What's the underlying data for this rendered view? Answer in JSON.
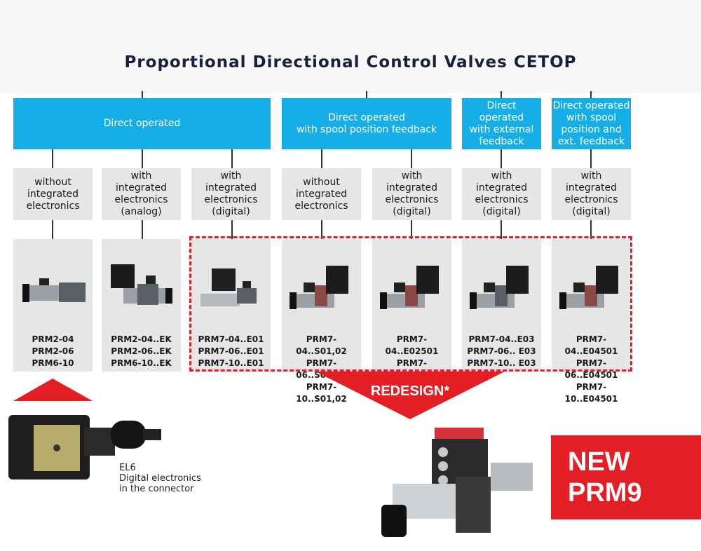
{
  "title": "Proportional Directional Control Valves CETOP",
  "categories": [
    {
      "label": "Direct operated"
    },
    {
      "label": "Direct operated\nwith spool position feedback"
    },
    {
      "label": "Direct\noperated\nwith external\nfeedback"
    },
    {
      "label": "Direct operated\nwith spool\nposition and\next. feedback"
    }
  ],
  "electronics": [
    {
      "label": "without\nintegrated\nelectronics"
    },
    {
      "label": "with\nintegrated\nelectronics\n(analog)"
    },
    {
      "label": "with\nintegrated\nelectronics\n(digital)"
    },
    {
      "label": "without\nintegrated\nelectronics"
    },
    {
      "label": "with\nintegrated\nelectronics\n(digital)"
    },
    {
      "label": "with\nintegrated\nelectronics\n(digital)"
    },
    {
      "label": "with\nintegrated\nelectronics\n(digital)"
    }
  ],
  "products": [
    {
      "codes": "PRM2-04\nPRM2-06\nPRM6-10"
    },
    {
      "codes": "PRM2-04..EK\nPRM2-06..EK\nPRM6-10..EK"
    },
    {
      "codes": "PRM7-04..E01\nPRM7-06..E01\nPRM7-10..E01"
    },
    {
      "codes": "PRM7-04..S01,02\nPRM7-06..S01,02\nPRM7-10..S01,02"
    },
    {
      "codes": "PRM7-04..E02501\nPRM7-06..E02501\nPRM7-10..E02501"
    },
    {
      "codes": "PRM7-04..E03\nPRM7-06.. E03\nPRM7-10.. E03"
    },
    {
      "codes": "PRM7-04..E04501\nPRM7-06..E04501\nPRM7-10..E04501"
    }
  ],
  "redesign_label": "REDESIGN*",
  "el6": {
    "name": "EL6",
    "line1": "Digital electronics",
    "line2": "in the connector"
  },
  "new_product": {
    "line1": "NEW",
    "line2": "PRM9"
  },
  "colors": {
    "blue": "#16aee6",
    "red": "#e31e24",
    "gray": "#e6e6e6",
    "title": "#1b1f3b"
  }
}
